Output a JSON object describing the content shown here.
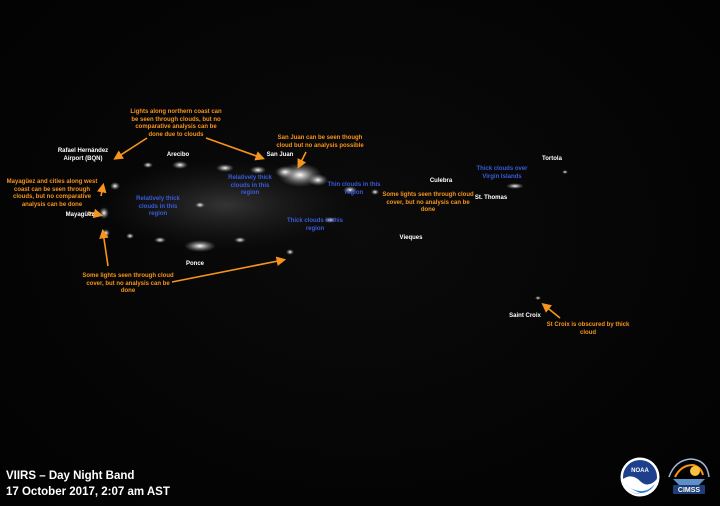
{
  "title": {
    "line1": "VIIRS – Day Night Band",
    "line2": "17 October 2017, 2:07 am AST"
  },
  "places": {
    "rafael": "Rafael Hernández\nAirport (BQN)",
    "arecibo": "Arecibo",
    "san_juan": "San Juan",
    "mayaguez": "Mayagüez",
    "ponce": "Ponce",
    "culebra": "Culebra",
    "vieques": "Vieques",
    "st_thomas": "St. Thomas",
    "tortola": "Tortola",
    "saint_croix": "Saint Croix"
  },
  "annotations": {
    "north_coast": "Lights along northern coast can\nbe seen through clouds, but no\ncomparative analysis can be\ndone due to clouds",
    "san_juan_note": "San Juan can be seen though\ncloud but no analysis possible",
    "west_coast": "Mayagüez and cities along west\ncoast can be seen through\nclouds, but no comparative\nanalysis can be done",
    "south_lights": "Some lights seen through cloud\ncover, but no analysis can be\ndone",
    "culebra_lights": "Some lights seen through cloud\ncover, but no analysis can be\ndone",
    "st_croix_note": "St Croix is obscured by thick\ncloud",
    "thick_west": "Relatively thick\nclouds in this\nregion",
    "thick_central": "Relatively thick\nclouds in this\nregion",
    "thin_east": "Thin clouds in this\nregion",
    "thick_south": "Thick clouds in this\nregion",
    "virgin": "Thick clouds over\nVirgin Islands"
  },
  "logos": {
    "noaa": "NOAA",
    "cimss": "CIMSS"
  },
  "colors": {
    "annotation": "#f7941d",
    "cloud_note": "#3a5bdc",
    "place": "#ffffff"
  }
}
